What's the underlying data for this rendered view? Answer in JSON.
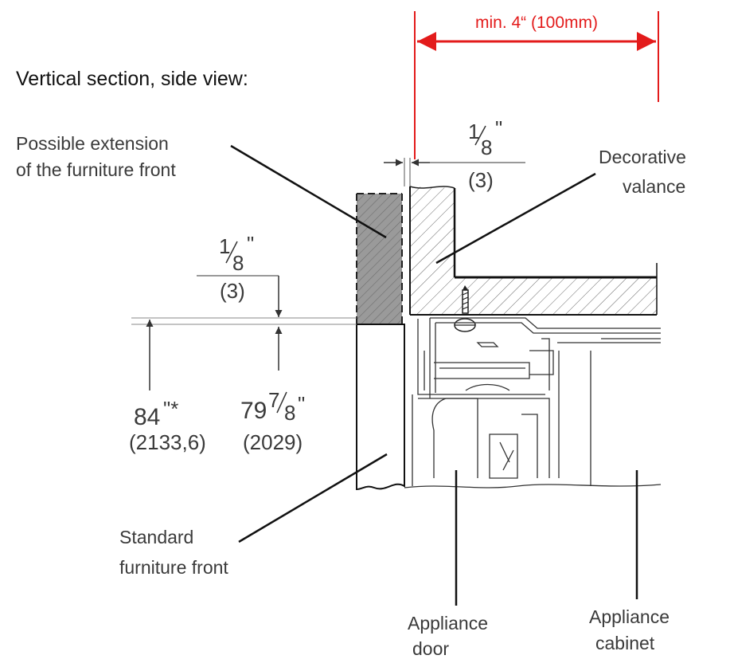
{
  "title": "Vertical section, side view:",
  "top_dimension": "min. 4“ (100mm)",
  "labels": {
    "extension_line1": "Possible extension",
    "extension_line2": "of the furniture front",
    "valance_line1": "Decorative",
    "valance_line2": "valance",
    "standard_line1": "Standard",
    "standard_line2": "furniture front",
    "door_line1": "Appliance",
    "door_line2": "door",
    "cabinet_line1": "Appliance",
    "cabinet_line2": "cabinet"
  },
  "dimensions": {
    "gap_top": {
      "num": "1",
      "den": "8",
      "unit": "\"",
      "mm": "(3)"
    },
    "gap_side": {
      "num": "1",
      "den": "8",
      "unit": "\"",
      "mm": "(3)"
    },
    "height_total": {
      "value": "84",
      "unit": "\"*",
      "mm": "(2133,6)"
    },
    "height_front": {
      "whole": "79",
      "num": "7",
      "den": "8",
      "unit": "\"",
      "mm": "(2029)"
    }
  },
  "colors": {
    "accent_red": "#e31b1b",
    "line": "#111111",
    "text": "#3a3a3a",
    "hatch_fill": "#9a9a9a"
  }
}
